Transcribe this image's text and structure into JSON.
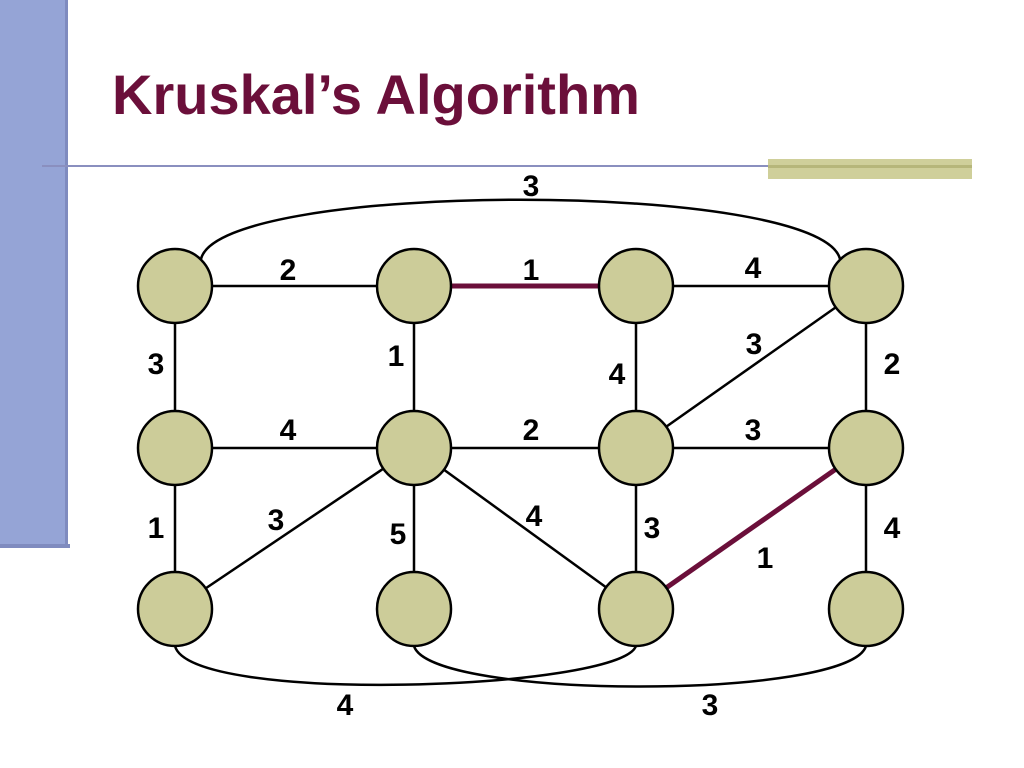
{
  "title": "Kruskal’s Algorithm",
  "colors": {
    "title": "#6b0f3a",
    "node_fill": "#cccc99",
    "node_stroke": "#000000",
    "edge": "#000000",
    "selected_edge": "#6b0f3a"
  },
  "graph": {
    "nodes": [
      {
        "id": "n11"
      },
      {
        "id": "n12"
      },
      {
        "id": "n13"
      },
      {
        "id": "n14"
      },
      {
        "id": "n21"
      },
      {
        "id": "n22"
      },
      {
        "id": "n23"
      },
      {
        "id": "n24"
      },
      {
        "id": "n31"
      },
      {
        "id": "n32"
      },
      {
        "id": "n33"
      },
      {
        "id": "n34"
      }
    ],
    "edges": [
      {
        "from": "n11",
        "to": "n12",
        "weight": "2",
        "selected": false
      },
      {
        "from": "n12",
        "to": "n13",
        "weight": "1",
        "selected": true
      },
      {
        "from": "n13",
        "to": "n14",
        "weight": "4",
        "selected": false
      },
      {
        "from": "n11",
        "to": "n14",
        "weight": "3",
        "selected": false
      },
      {
        "from": "n11",
        "to": "n21",
        "weight": "3",
        "selected": false
      },
      {
        "from": "n12",
        "to": "n22",
        "weight": "1",
        "selected": false
      },
      {
        "from": "n13",
        "to": "n23",
        "weight": "4",
        "selected": false
      },
      {
        "from": "n14",
        "to": "n23",
        "weight": "3",
        "selected": false
      },
      {
        "from": "n14",
        "to": "n24",
        "weight": "2",
        "selected": false
      },
      {
        "from": "n21",
        "to": "n22",
        "weight": "4",
        "selected": false
      },
      {
        "from": "n22",
        "to": "n23",
        "weight": "2",
        "selected": false
      },
      {
        "from": "n23",
        "to": "n24",
        "weight": "3",
        "selected": false
      },
      {
        "from": "n21",
        "to": "n31",
        "weight": "1",
        "selected": false
      },
      {
        "from": "n22",
        "to": "n31",
        "weight": "3",
        "selected": false
      },
      {
        "from": "n22",
        "to": "n32",
        "weight": "5",
        "selected": false
      },
      {
        "from": "n22",
        "to": "n33",
        "weight": "4",
        "selected": false
      },
      {
        "from": "n23",
        "to": "n33",
        "weight": "3",
        "selected": false
      },
      {
        "from": "n24",
        "to": "n33",
        "weight": "1",
        "selected": true
      },
      {
        "from": "n24",
        "to": "n34",
        "weight": "4",
        "selected": false
      },
      {
        "from": "n31",
        "to": "n33",
        "weight": "4",
        "selected": false
      },
      {
        "from": "n32",
        "to": "n34",
        "weight": "3",
        "selected": false
      }
    ]
  }
}
